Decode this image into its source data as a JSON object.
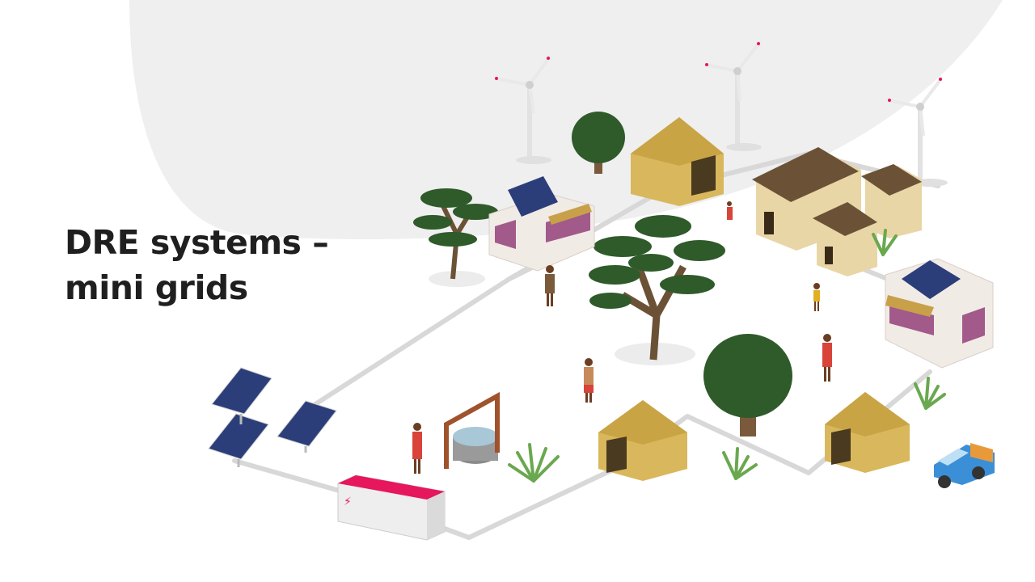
{
  "slide": {
    "title_line1": "DRE systems –",
    "title_line2": "mini grids"
  },
  "colors": {
    "background": "#ffffff",
    "blob": "#efefef",
    "title": "#1f1f1f",
    "accent": "#e6175c",
    "grid_line": "#d6d6d6"
  },
  "illustration": {
    "elements": [
      "wind-turbine",
      "solar-panel",
      "battery-storage",
      "hut",
      "mud-house",
      "cabin",
      "tree",
      "acacia-tree",
      "water-well",
      "villager",
      "pickup-truck",
      "grass-plant",
      "power-line"
    ]
  }
}
